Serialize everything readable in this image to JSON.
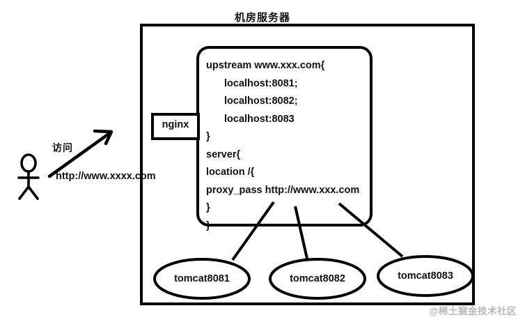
{
  "diagram": {
    "title": "机房服务器",
    "watermark": "@稀土掘金技术社区",
    "client": {
      "actor_name": "stick-figure-user",
      "access_label": "访问",
      "url_label": "http://www.xxxx.com"
    },
    "nginx_box": {
      "label": "nginx"
    },
    "config_box": {
      "lines": [
        {
          "text": "upstream www.xxx.com{",
          "indent": false
        },
        {
          "text": "localhost:8081;",
          "indent": true
        },
        {
          "text": "localhost:8082;",
          "indent": true
        },
        {
          "text": "localhost:8083",
          "indent": true
        },
        {
          "text": "}",
          "indent": false
        },
        {
          "text": "server{",
          "indent": false
        },
        {
          "text": "location /{",
          "indent": false
        },
        {
          "text": "proxy_pass http://www.xxx.com",
          "indent": false
        },
        {
          "text": "}",
          "indent": false
        },
        {
          "text": "}",
          "indent": false
        }
      ]
    },
    "backends": [
      {
        "label": "tomcat8081"
      },
      {
        "label": "tomcat8082"
      },
      {
        "label": "tomcat8083"
      }
    ],
    "colors": {
      "stroke": "#000000",
      "background": "#ffffff",
      "text": "#111111",
      "watermark": "#b9b9b9"
    }
  }
}
